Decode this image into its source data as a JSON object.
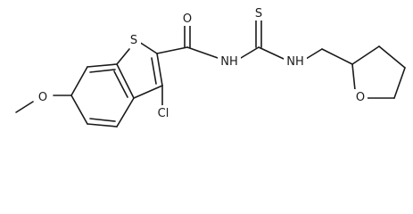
{
  "atoms": {
    "s1": "S",
    "o_carbonyl": "O",
    "n_amide": "NH",
    "s_thio": "S",
    "n_thio": "NH",
    "o_ring": "O",
    "cl": "Cl",
    "o_methoxy": "O"
  }
}
